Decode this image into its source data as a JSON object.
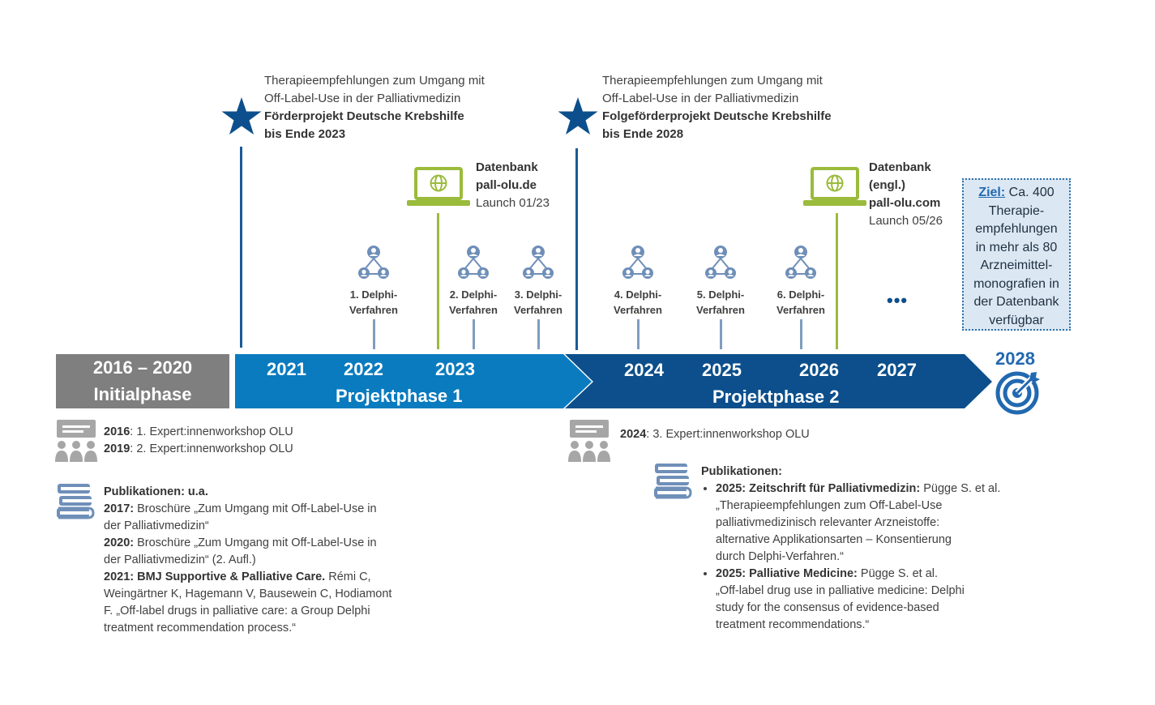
{
  "milestones": [
    {
      "line1": "Therapieempfehlungen zum Umgang mit",
      "line2": "Off-Label-Use in der Palliativmedizin",
      "line3": "Förderprojekt Deutsche Krebshilfe",
      "line4": "bis Ende 2023"
    },
    {
      "line1": "Therapieempfehlungen zum Umgang mit",
      "line2": "Off-Label-Use in der Palliativmedizin",
      "line3": "Folgeförderprojekt Deutsche Krebshilfe",
      "line4": "bis Ende 2028"
    }
  ],
  "databases": [
    {
      "line1": "Datenbank",
      "line2": "pall-olu.de",
      "line3": "Launch 01/23"
    },
    {
      "line1": "Datenbank",
      "line2": "(engl.)",
      "line3": "pall-olu.com",
      "line4": "Launch 05/26"
    }
  ],
  "delphi": [
    {
      "line1": "1. Delphi-",
      "line2": "Verfahren"
    },
    {
      "line1": "2. Delphi-",
      "line2": "Verfahren"
    },
    {
      "line1": "3. Delphi-",
      "line2": "Verfahren"
    },
    {
      "line1": "4. Delphi-",
      "line2": "Verfahren"
    },
    {
      "line1": "5. Delphi-",
      "line2": "Verfahren"
    },
    {
      "line1": "6. Delphi-",
      "line2": "Verfahren"
    }
  ],
  "ellipsis": "•••",
  "goal": {
    "label": "Ziel:",
    "line1": "Ca. 400",
    "line2": "Therapie-",
    "line3": "empfehlungen",
    "line4": "in mehr als 80",
    "line5": "Arzneimittel-",
    "line6": "monografien in",
    "line7": "der Datenbank",
    "line8": "verfügbar"
  },
  "timeline": {
    "initial": {
      "years": "2016 – 2020",
      "name": "Initialphase"
    },
    "phase1": {
      "years": [
        "2021",
        "2022",
        "2023"
      ],
      "name": "Projektphase 1"
    },
    "phase2": {
      "years": [
        "2024",
        "2025",
        "2026",
        "2027"
      ],
      "name": "Projektphase 2"
    },
    "end_year": "2028"
  },
  "left_notes": {
    "workshops": [
      {
        "year": "2016",
        "text": ": 1. Expert:innenworkshop OLU"
      },
      {
        "year": "2019",
        "text": ": 2. Expert:innenworkshop OLU"
      }
    ],
    "pub_heading": "Publikationen: u.a.",
    "pubs": [
      {
        "bold": "2017:",
        "text": " Broschüre „Zum Umgang mit Off-Label-Use in",
        "text2": "der Palliativmedizin“"
      },
      {
        "bold": "2020:",
        "text": " Broschüre „Zum Umgang mit Off-Label-Use in",
        "text2": "der Palliativmedizin“ (2. Aufl.)"
      },
      {
        "bold": "2021: BMJ Supportive & Palliative Care.",
        "text": " Rémi C,",
        "text2": "Weingärtner K, Hagemann V, Bausewein C, Hodiamont",
        "text3": "F. „Off-label drugs in palliative care: a Group Delphi",
        "text4": "treatment recommendation process.“"
      }
    ]
  },
  "right_notes": {
    "workshop": {
      "year": "2024",
      "text": ": 3. Expert:innenworkshop OLU"
    },
    "pub_heading": "Publikationen:",
    "pubs": [
      {
        "bold": "2025: Zeitschrift für Palliativmedizin:",
        "text": " Pügge S. et al.",
        "l2": "„Therapieempfehlungen zum Off-Label-Use",
        "l3": "palliativmedizinisch relevanter Arzneistoffe:",
        "l4": "alternative Applikationsarten – Konsentierung",
        "l5": "durch Delphi-Verfahren.“"
      },
      {
        "bold": "2025: Palliative Medicine:",
        "text": " Pügge S. et al.",
        "l2": "„Off-label drug use in palliative medicine: Delphi",
        "l3": "study for the consensus of evidence-based",
        "l4": "treatment recommendations.“"
      }
    ]
  },
  "colors": {
    "grey_bar": "#7f7f7f",
    "phase1": "#0a7bbf",
    "phase2": "#0c4f8c",
    "star": "#0c4f8c",
    "laptop_green": "#9bbb3c",
    "icon_grey": "#a6a6a6",
    "icon_blue": "#6f8fb8"
  }
}
